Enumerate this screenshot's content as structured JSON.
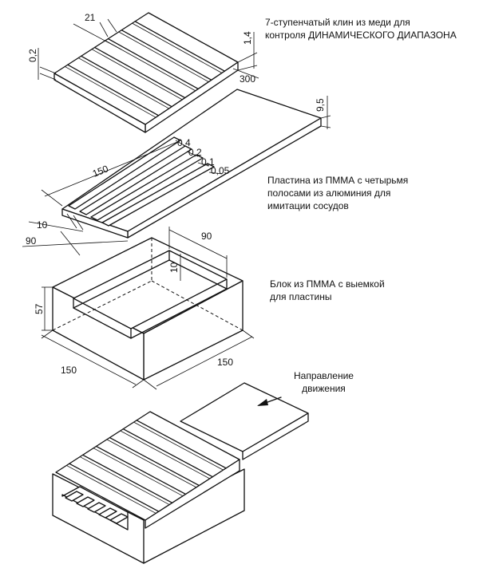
{
  "captions": {
    "wedge": [
      "7-ступенчатый клин из меди для",
      "контроля ДИНАМИЧЕСКОГО ДИАПАЗОНА"
    ],
    "plate": [
      "Пластина из ПММА с четырьмя",
      "полосами из алюминия для",
      "имитации сосудов"
    ],
    "block": [
      "Блок из ПММА с выемкой",
      "для пластины"
    ],
    "direction": [
      "Направление",
      "движения"
    ]
  },
  "dimensions": {
    "wedge_step_width": "21",
    "wedge_min_thickness": "0,2",
    "wedge_max_thickness": "1,4",
    "wedge_length": "300",
    "plate_thickness": "9,5",
    "strip_1": "0,4",
    "strip_2": "0,2",
    "strip_3": "0,1",
    "strip_4": "0,05",
    "strip_length": "150",
    "strip_spacing": "10",
    "strip_offset": "90",
    "recess_width": "90",
    "recess_depth": "10",
    "block_height": "57",
    "block_length": "150",
    "block_width": "150"
  },
  "colors": {
    "line": "#111111",
    "background": "#ffffff"
  }
}
